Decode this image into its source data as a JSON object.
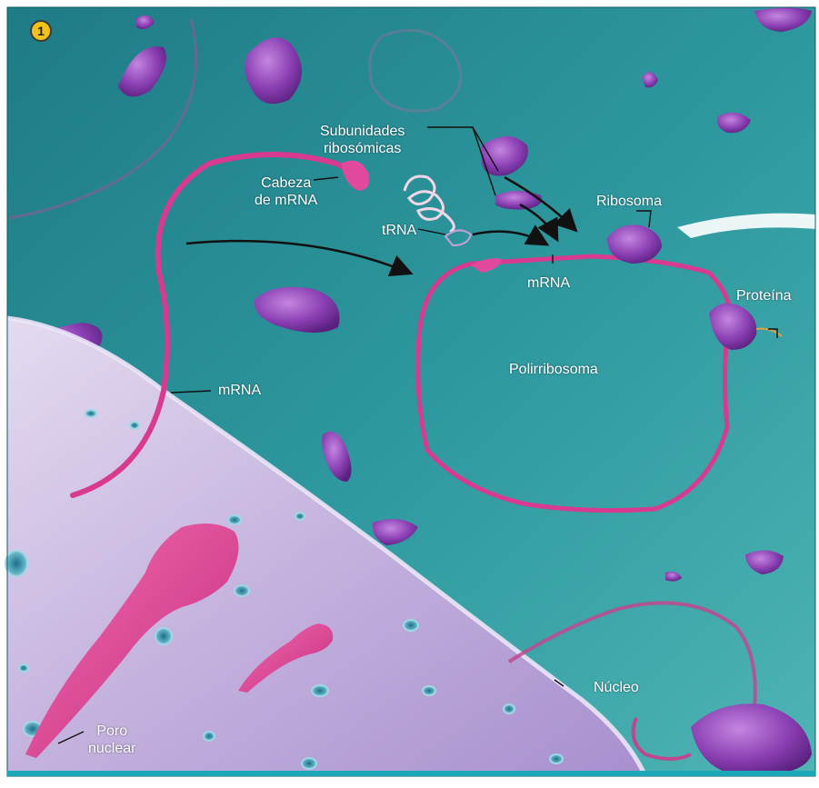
{
  "step_number": "1",
  "colors": {
    "cytoplasm": "#2e8f95",
    "nucleus": "#c7b7dc",
    "mrna": "#d83a8f",
    "ribosome": "#8a3fb2",
    "label_text": "#ffffff",
    "badge": "#f2c21b"
  },
  "labels": {
    "subunits": "Subunidades\nribosómicas",
    "mrna_head": "Cabeza\nde mRNA",
    "trna": "tRNA",
    "ribosome": "Ribosoma",
    "mrna_top": "mRNA",
    "protein": "Proteína",
    "polyribosome": "Polirribosoma",
    "mrna_left": "mRNA",
    "nucleus": "Núcleo",
    "nuclear_pore": "Poro\nnuclear"
  }
}
